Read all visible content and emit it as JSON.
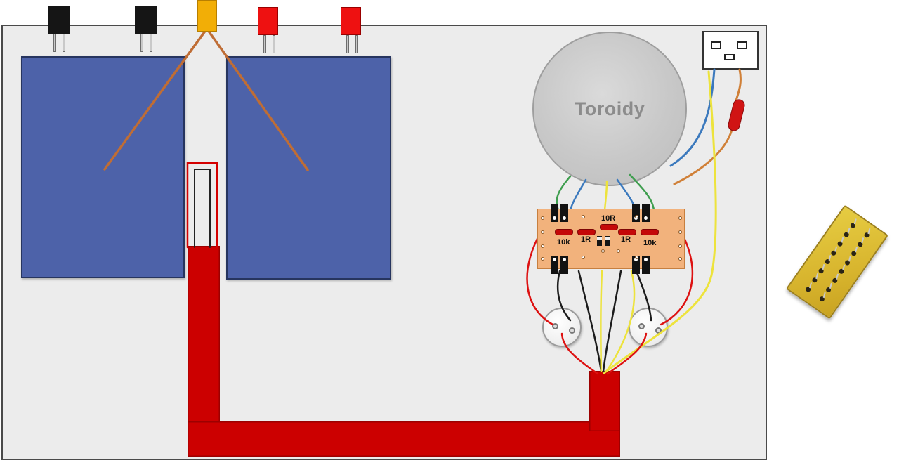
{
  "toroid": {
    "label": "Toroidy"
  },
  "pcb": {
    "resistors": [
      {
        "label": "10k"
      },
      {
        "label": "1R"
      },
      {
        "label": "10R"
      },
      {
        "label": "1R"
      },
      {
        "label": "10k"
      }
    ]
  },
  "colors": {
    "chassis_fill": "#ececec",
    "chassis_border": "#4a4a4a",
    "board_blue": "#4d62a9",
    "bus_red": "#cc0000",
    "toroid_gray": "#c8c8c8",
    "pcb_tan": "#f2b27c",
    "connector_black": "#151515",
    "connector_red": "#ee1111",
    "connector_yellow": "#f2ae06",
    "protoboard_yellow": "#d8b52e",
    "wire_copper": "#bf6d35",
    "wire_orange": "#d08038",
    "wire_yellow": "#ede33c",
    "wire_green": "#3f9e4f",
    "wire_blue": "#3b79bd",
    "wire_red": "#dd1111",
    "wire_black": "#1c1c1c",
    "resistor_red": "#c40808"
  }
}
